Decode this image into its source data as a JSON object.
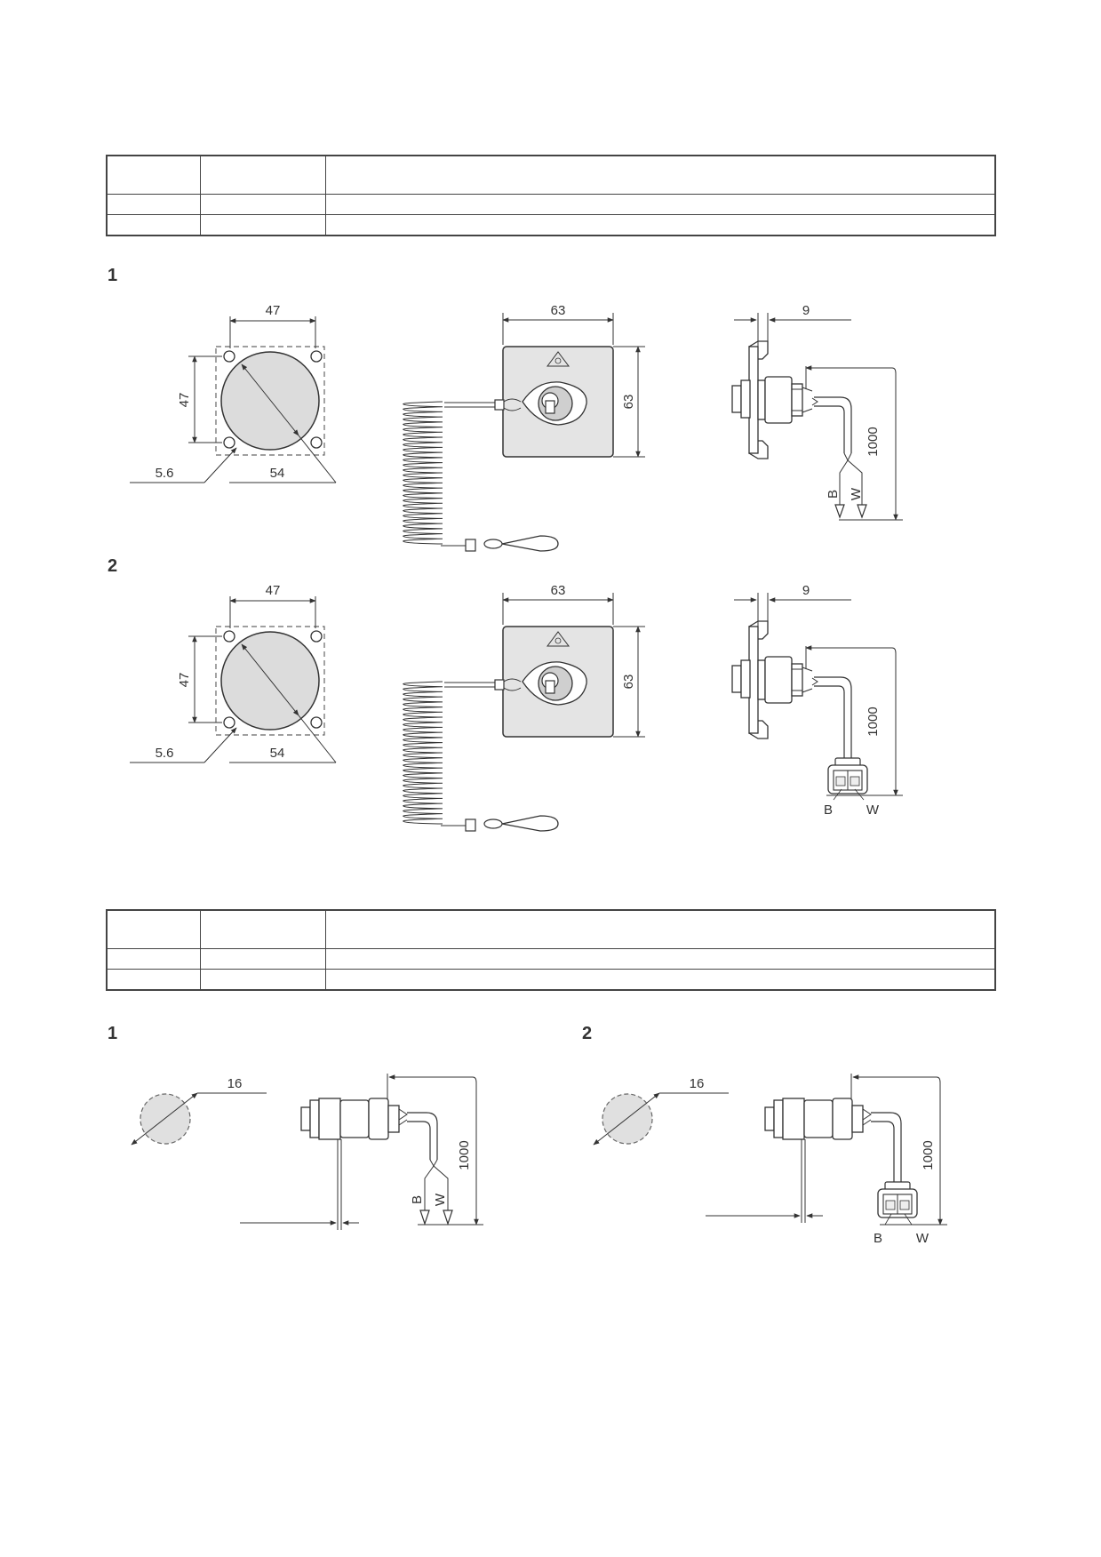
{
  "table_top": {
    "header": [
      "",
      "",
      ""
    ],
    "rows": [
      [
        "",
        "",
        ""
      ],
      [
        "",
        "",
        ""
      ]
    ]
  },
  "table_bottom": {
    "header": [
      "",
      "",
      ""
    ],
    "rows": [
      [
        "",
        "",
        ""
      ],
      [
        "",
        "",
        ""
      ]
    ]
  },
  "top_section": {
    "variant_1_label": "1",
    "variant_2_label": "2",
    "dims": {
      "hole_pitch_h": "47",
      "hole_pitch_v": "47",
      "hole_dia": "5.6",
      "cutout_dia": "54",
      "plate_width": "63",
      "plate_height": "63",
      "depth": "9",
      "cable_length": "1000"
    },
    "wires": {
      "black": "B",
      "white": "W"
    }
  },
  "bottom_section": {
    "variant_1_label": "1",
    "variant_2_label": "2",
    "dims": {
      "hole_dia": "16",
      "cable_length": "1000"
    },
    "wires": {
      "black": "B",
      "white": "W"
    }
  }
}
